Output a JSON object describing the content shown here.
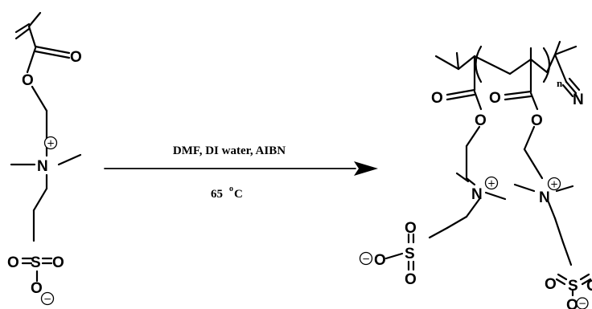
{
  "reaction": {
    "reagents": "DMF, DI water, AIBN",
    "temperature_value": "65",
    "temperature_degree": "o",
    "temperature_unit": "C"
  },
  "atoms": {
    "oxygen": "O",
    "nitrogen": "N",
    "sulfur": "S",
    "repeat_index": "n"
  },
  "charges": {
    "plus": "+",
    "minus": "−"
  }
}
